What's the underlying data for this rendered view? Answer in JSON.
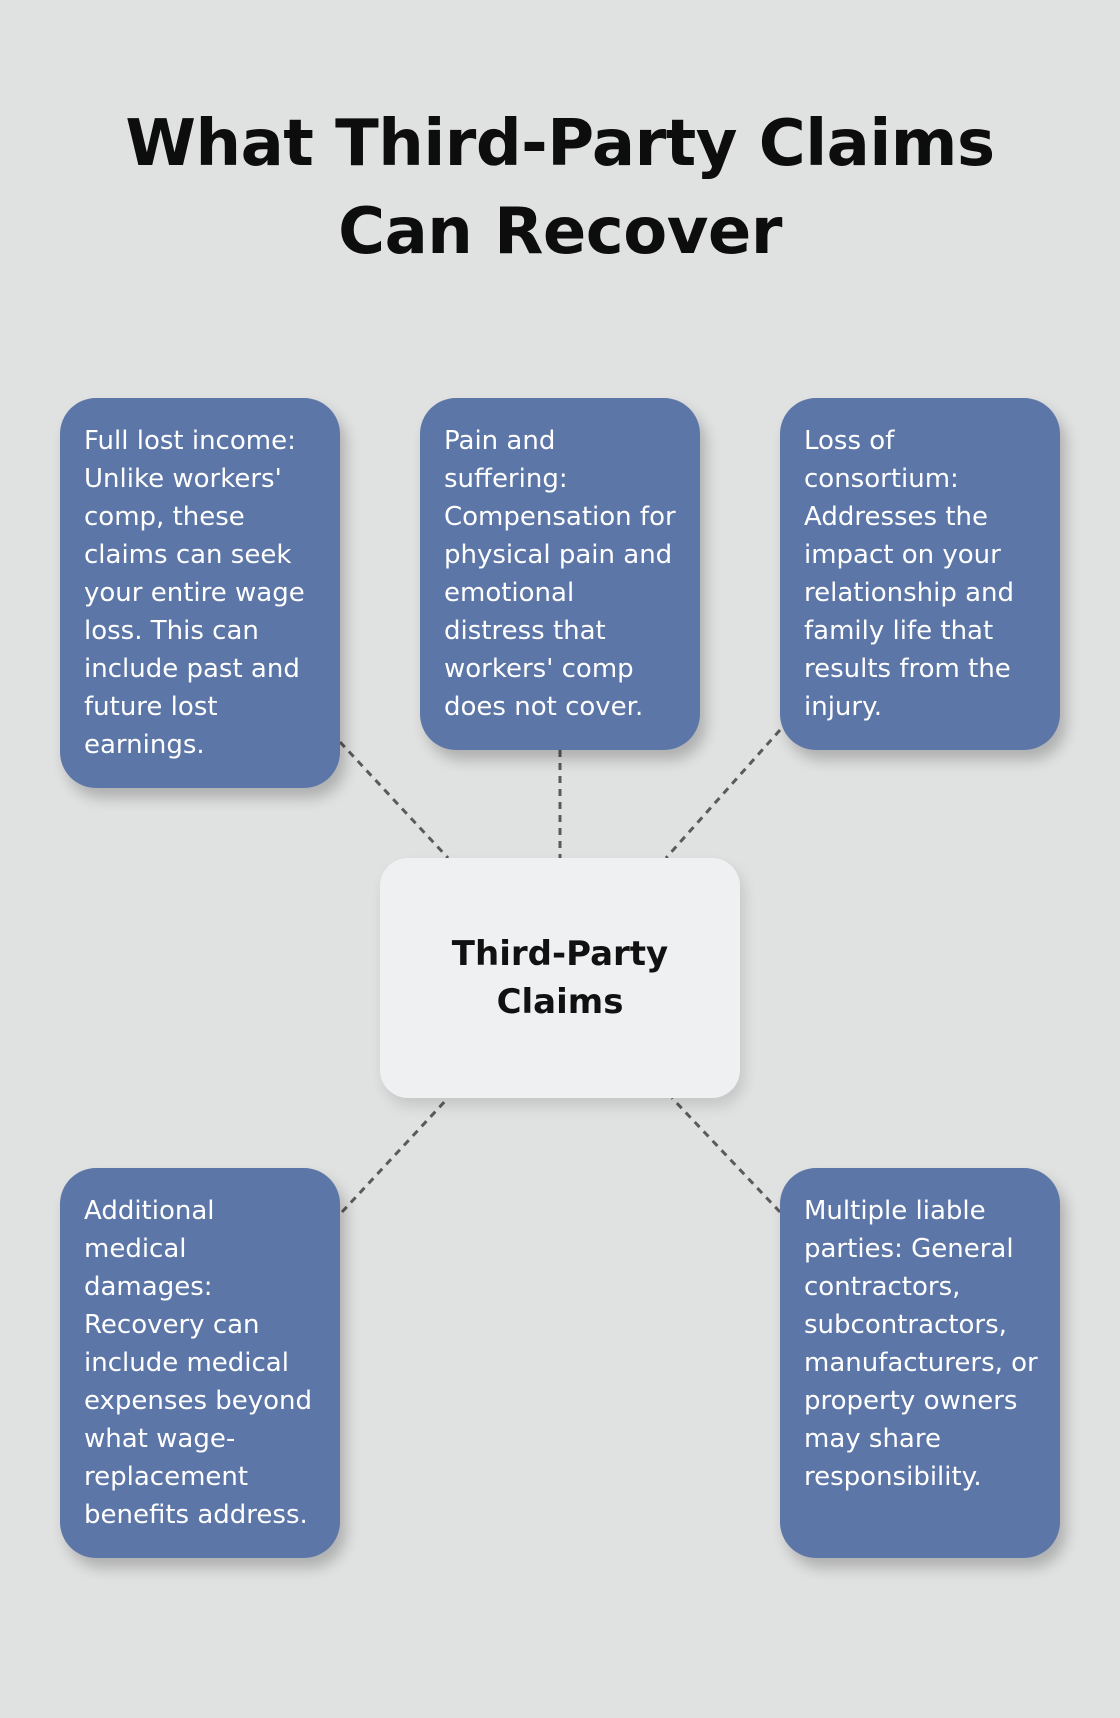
{
  "title": "What Third-Party Claims Can Recover",
  "center": {
    "label": "Third-Party Claims"
  },
  "cards": [
    {
      "text": "Full lost income: Unlike workers' comp, these claims can seek your entire wage loss. This can include past and future lost earnings."
    },
    {
      "text": "Pain and suffering: Compensation for physical pain and emotional distress that workers' comp does not cover."
    },
    {
      "text": "Loss of consortium: Addresses the impact on your relationship and family life that results from the injury."
    },
    {
      "text": "Additional medical damages: Recovery can include medical expenses beyond what wage-replacement benefits address."
    },
    {
      "text": "Multiple liable parties: General contractors, subcontractors, manufacturers, or property owners may share responsibility."
    }
  ],
  "colors": {
    "background": "#e0e1e1",
    "card": "#5d76a8",
    "hub": "#eff0f2",
    "connector": "#5a5a5a"
  }
}
